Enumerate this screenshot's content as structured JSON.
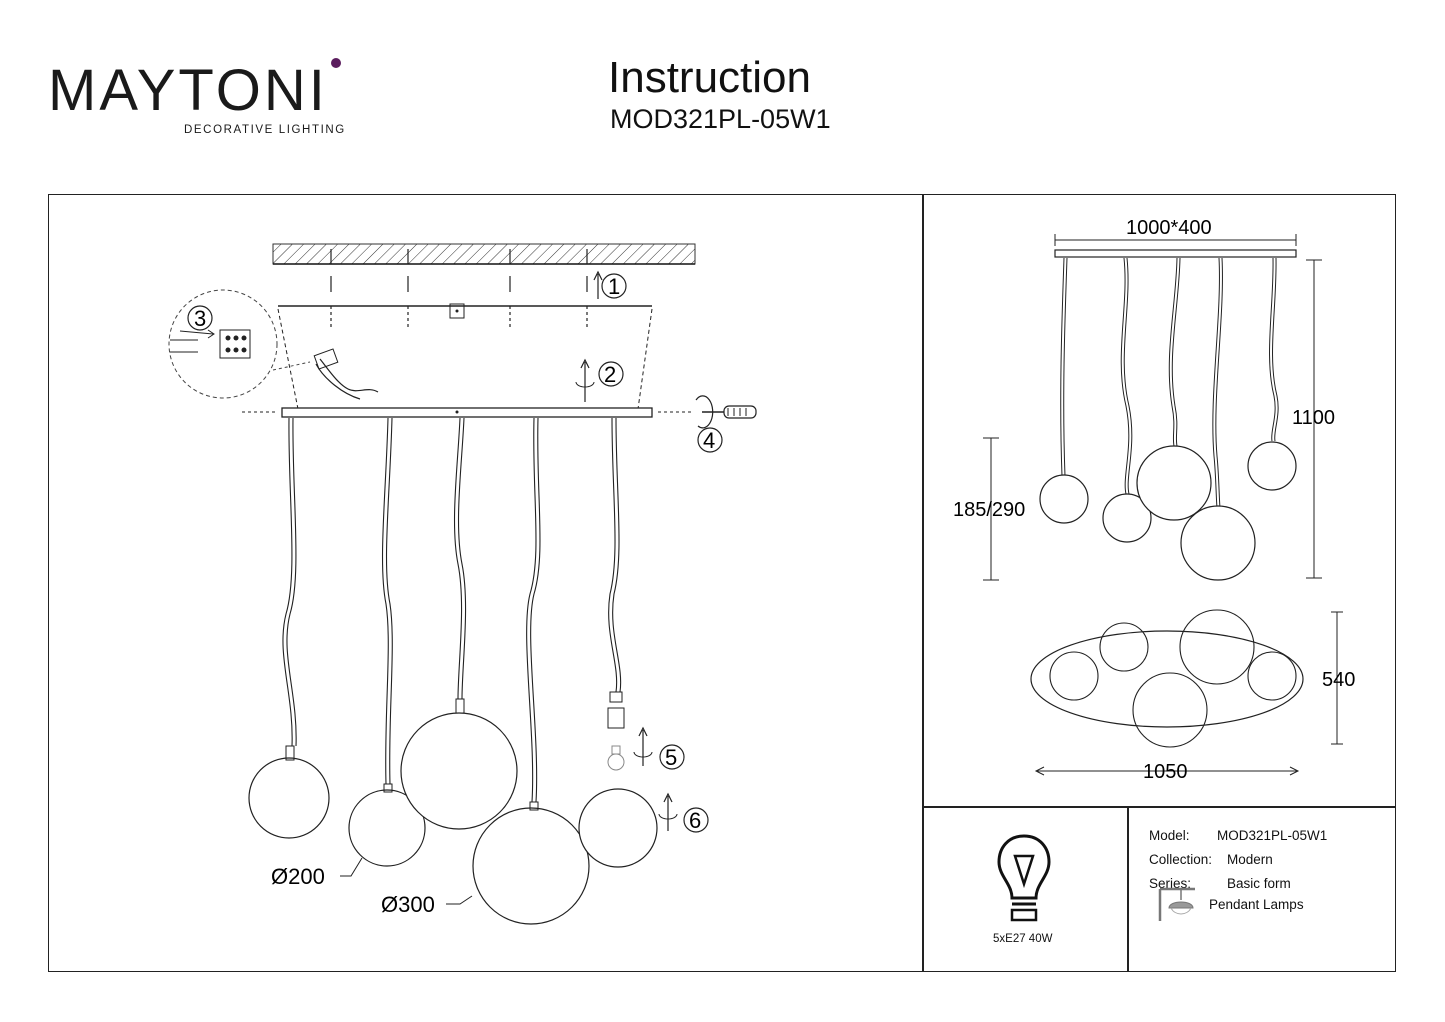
{
  "brand": {
    "name_part1": "M",
    "name_part2": "AYTON",
    "name_part3": "I",
    "subtitle": "DECORATIVE LIGHTING",
    "accent_color": "#5b1d5e"
  },
  "header": {
    "title": "Instruction",
    "model": "MOD321PL-05W1"
  },
  "assembly": {
    "steps": [
      "1",
      "2",
      "3",
      "4",
      "5",
      "6"
    ],
    "diameter_small": "Ø200",
    "diameter_large": "Ø300"
  },
  "dimensions": {
    "canopy": "1000*400",
    "height": "1100",
    "drop": "185/290",
    "depth": "540",
    "width": "1050"
  },
  "lamp": {
    "bulb_icon": "light-bulb-icon",
    "spec": "5xE27 40W"
  },
  "info": {
    "model_label": "Model:",
    "model_value": "MOD321PL-05W1",
    "collection_label": "Collection:",
    "collection_value": "Modern",
    "series_label": "Series:",
    "series_value": "Basic form",
    "type_icon": "pendant-lamp-icon",
    "type_value": "Pendant Lamps"
  }
}
